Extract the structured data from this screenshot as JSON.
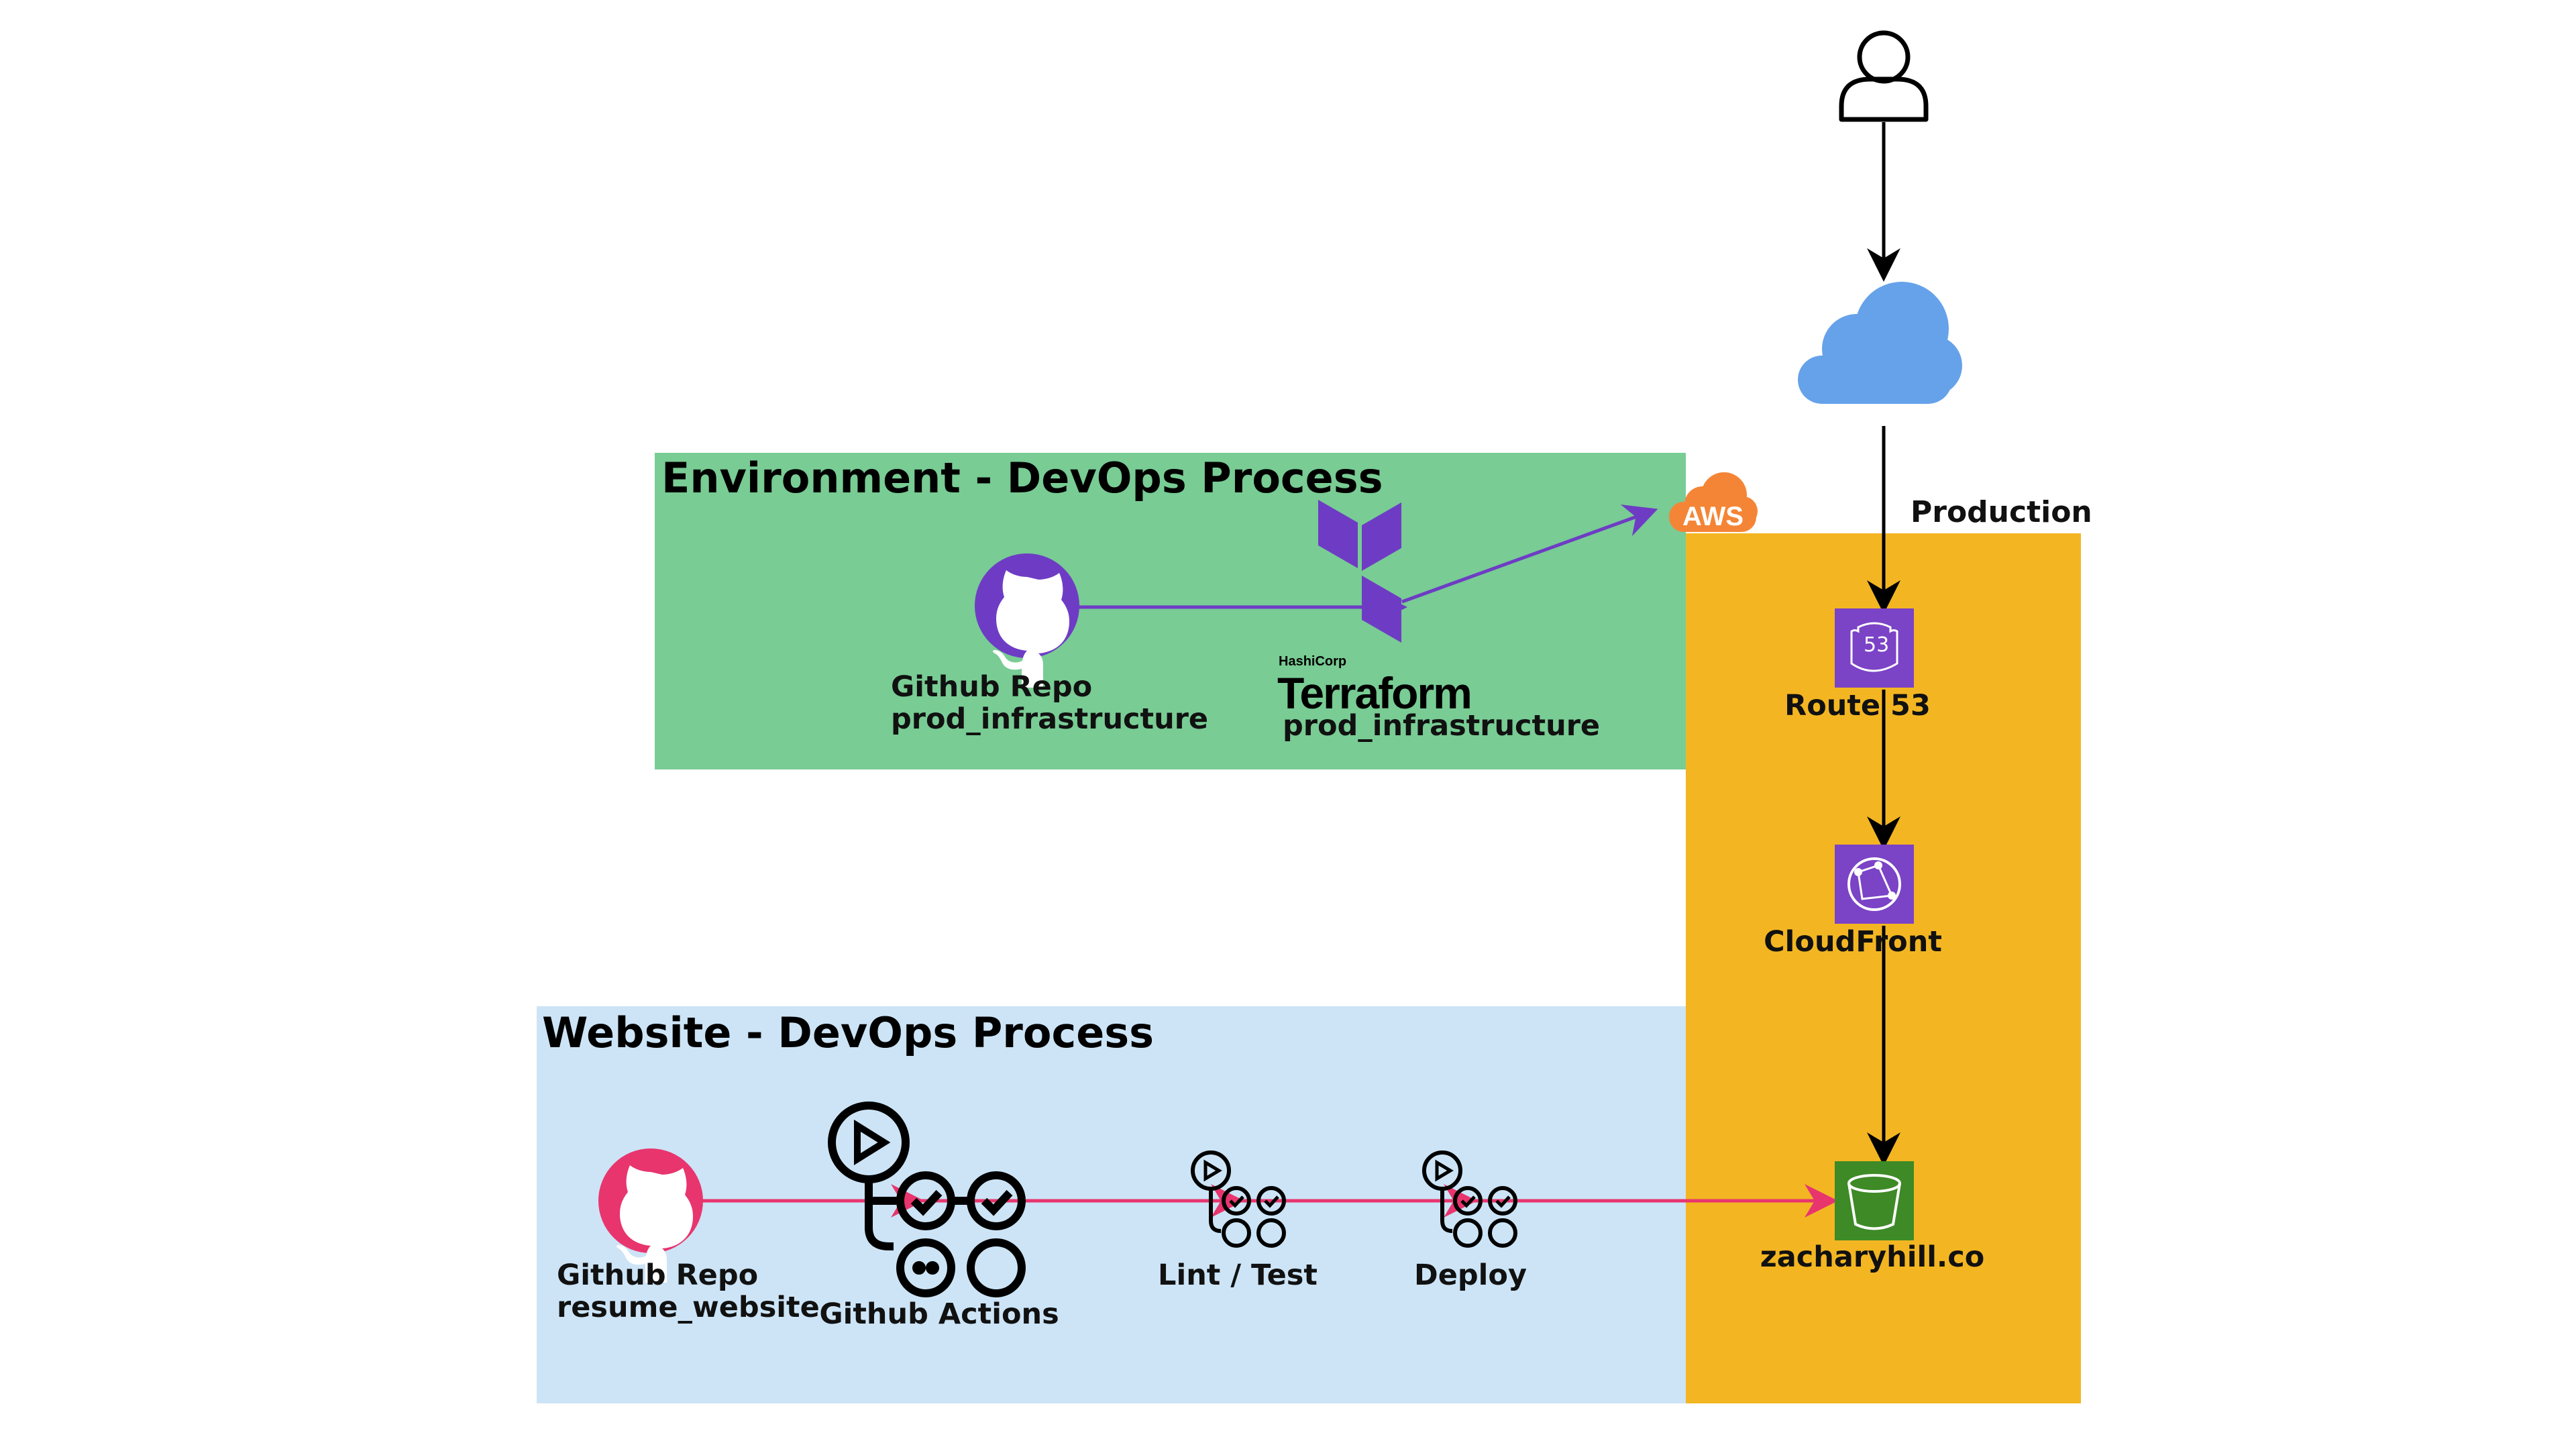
{
  "environment_panel": {
    "title": "Environment - DevOps Process",
    "color": "#78cc94",
    "repo_label": [
      "Github Repo",
      "prod_infrastructure"
    ],
    "terraform_label": "prod_infrastructure",
    "terraform_brand_small": "HashiCorp",
    "terraform_brand_large": "Terraform"
  },
  "website_panel": {
    "title": "Website - DevOps Process",
    "color": "#cce4f6",
    "repo_label": [
      "Github Repo",
      "resume_website"
    ],
    "actions_label": "Github Actions",
    "lint_label": "Lint / Test",
    "deploy_label": "Deploy"
  },
  "production_panel": {
    "title": "Production",
    "color": "#f3b622",
    "aws_badge": "AWS"
  },
  "services": {
    "route53": {
      "label": "Route 53",
      "badge": "53",
      "color": "#7b43c6"
    },
    "cloudfront": {
      "label": "CloudFront",
      "color": "#7b43c6"
    },
    "s3": {
      "label": "zacharyhill.co",
      "color": "#3e8a26"
    }
  },
  "colors": {
    "infra_arrow": "#6e3cc4",
    "website_arrow": "#e8356e",
    "github_infra": "#6e3cc4",
    "github_website": "#e8356e",
    "cloud": "#66a2ea",
    "aws_cloud": "#f58536"
  },
  "icons": [
    "user-icon",
    "cloud-icon",
    "github-icon",
    "terraform-icon",
    "aws-icon",
    "route53-icon",
    "cloudfront-icon",
    "s3-bucket-icon",
    "github-actions-icon",
    "workflow-icon"
  ]
}
